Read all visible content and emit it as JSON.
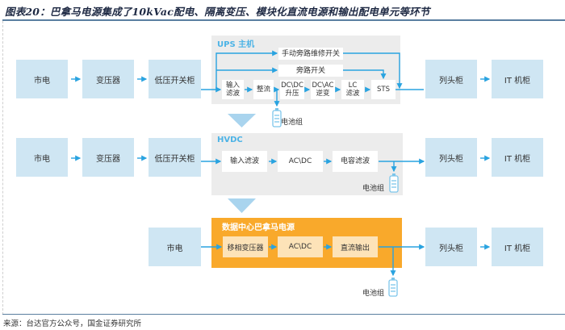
{
  "title": "图表20：巴拿马电源集成了10kVac配电、隔离变压、模块化直流电源和输出配电单元等环节",
  "source": "来源：台达官方公众号，国金证券研究所",
  "colors": {
    "box_fill": "#cfe6f3",
    "panel_fill": "#ececec",
    "accent_blue": "#29a3e0",
    "panel_title_blue": "#4cb3e6",
    "orange": "#f9a92b",
    "orange_inner": "#fde3b8"
  },
  "ups": {
    "utility": "市电",
    "transformer": "变压器",
    "lv_switchgear": "低压开关柜",
    "panel_title": "UPS 主机",
    "manual_bypass": "手动旁路维修开关",
    "bypass_switch": "旁路开关",
    "input_filter": [
      "输入",
      "滤波"
    ],
    "rectifier": "整流",
    "dcdc": [
      "DC\\DC",
      "升压"
    ],
    "dcac": [
      "DC\\AC",
      "逆变"
    ],
    "lc_filter": [
      "LC",
      "滤波"
    ],
    "sts": "STS",
    "battery": "电池组",
    "column_head": "列头柜",
    "it_cabinet": "IT 机柜"
  },
  "hvdc": {
    "utility": "市电",
    "transformer": "变压器",
    "lv_switchgear": "低压开关柜",
    "panel_title": "HVDC",
    "input_filter": "输入滤波",
    "acdc": "AC\\DC",
    "cap_filter": "电容滤波",
    "battery": "电池组",
    "column_head": "列头柜",
    "it_cabinet": "IT 机柜"
  },
  "panama": {
    "utility": "市电",
    "panel_title": "数据中心巴拿马电源",
    "phase_shift_transformer": "移相变压器",
    "acdc": "AC\\DC",
    "dc_output": "直流输出",
    "battery": "电池组",
    "column_head": "列头柜",
    "it_cabinet": "IT 机柜"
  }
}
